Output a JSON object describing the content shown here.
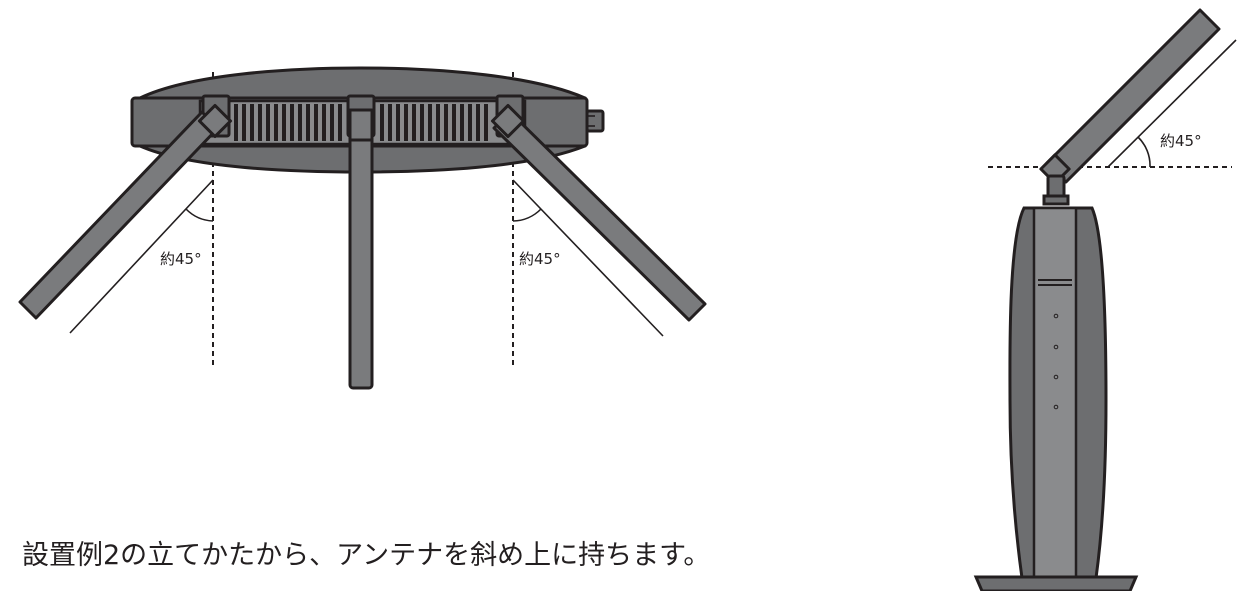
{
  "front_view": {
    "angle_label_left": "約45°",
    "angle_label_right": "約45°"
  },
  "side_view": {
    "angle_label": "約45°"
  },
  "caption": "設置例2の立てかたから、アンテナを斜め上に持ちます。",
  "colors": {
    "device_body": "#6d6e70",
    "device_face": "#8a8b8d",
    "outline": "#231f20"
  }
}
